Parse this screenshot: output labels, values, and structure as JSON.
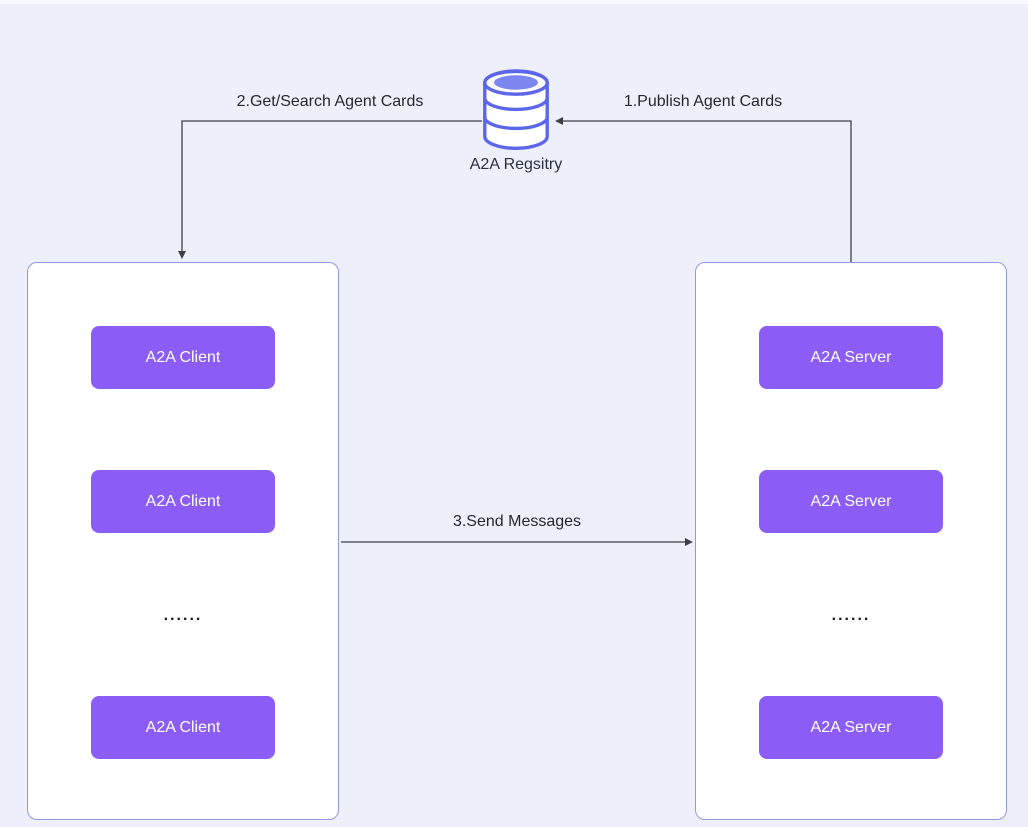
{
  "diagram": {
    "registry": {
      "label": "A2A Regsitry"
    },
    "arrows": {
      "publish_label": "1.Publish Agent Cards",
      "get_search_label": "2.Get/Search Agent Cards",
      "send_label": "3.Send Messages"
    },
    "left_group": {
      "items": [
        "A2A Client",
        "A2A Client",
        "......",
        "A2A Client"
      ]
    },
    "right_group": {
      "items": [
        "A2A Server",
        "A2A Server",
        "......",
        "A2A Server"
      ]
    },
    "colors": {
      "background": "#edeffb",
      "node_fill": "#8b5cf6",
      "node_text": "#ffffff",
      "container_border": "#8f99e2",
      "db_stroke": "#5c66e8",
      "db_inner": "#7c86ef",
      "arrow": "#3f3f46"
    }
  }
}
